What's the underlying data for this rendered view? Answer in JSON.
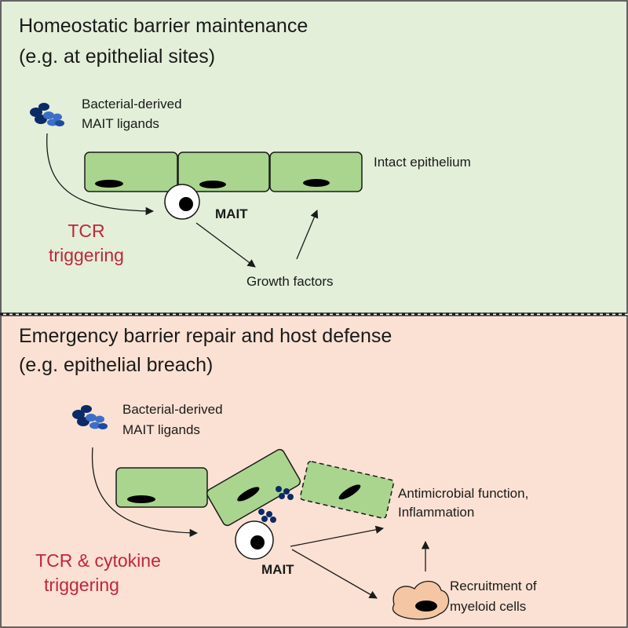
{
  "top_panel": {
    "title_line1": "Homeostatic barrier maintenance",
    "title_line2": "(e.g. at epithelial sites)",
    "ligand_label_line1": "Bacterial-derived",
    "ligand_label_line2": "MAIT ligands",
    "epithelium_label": "Intact epithelium",
    "mait_label": "MAIT",
    "tcr_line1": "TCR",
    "tcr_line2": "triggering",
    "growth_label": "Growth factors"
  },
  "bottom_panel": {
    "title_line1": "Emergency barrier repair and host defense",
    "title_line2": "(e.g. epithelial breach)",
    "ligand_label_line1": "Bacterial-derived",
    "ligand_label_line2": "MAIT ligands",
    "antimicrobial_line1": "Antimicrobial function,",
    "antimicrobial_line2": "Inflammation",
    "mait_label": "MAIT",
    "tcr_line1": "TCR & cytokine",
    "tcr_line2": "triggering",
    "recruit_line1": "Recruitment of",
    "recruit_line2": "myeloid cells"
  },
  "colors": {
    "top_bg": "#e3efd9",
    "bottom_bg": "#fbe1d3",
    "cell_fill": "#a9d58e",
    "tcr_red": "#c0263a",
    "ligand_dark": "#0b2a66",
    "ligand_light": "#3b6fc7",
    "myeloid_fill": "#f4c6a4"
  }
}
